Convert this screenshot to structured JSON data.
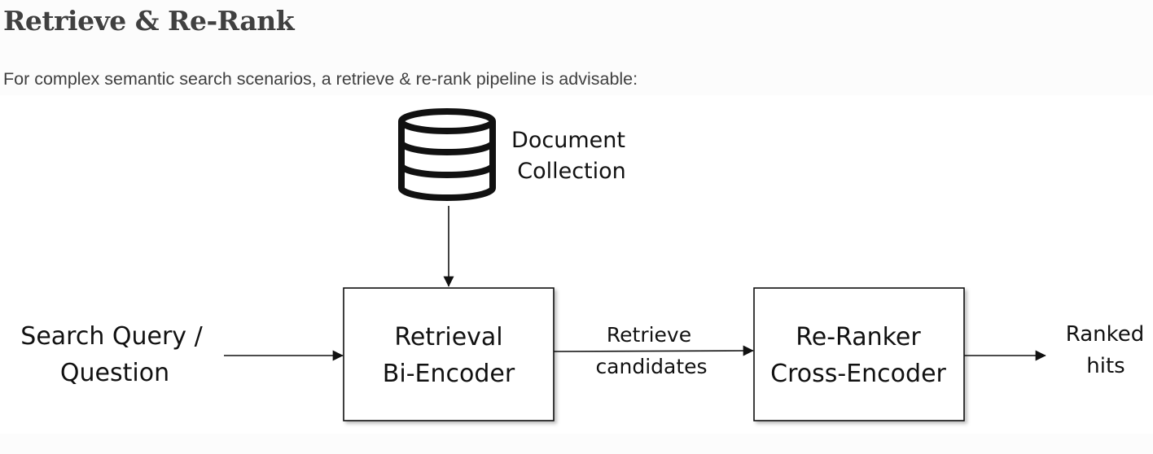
{
  "section": {
    "title": "Retrieve & Re-Rank",
    "intro": "For complex semantic search scenarios, a retrieve & re-rank pipeline is advisable:"
  },
  "diagram": {
    "database": {
      "icon": "database-icon",
      "label_line1": "Document",
      "label_line2": "Collection"
    },
    "input": {
      "line1": "Search Query /",
      "line2": "Question"
    },
    "retrieval_box": {
      "line1": "Retrieval",
      "line2": "Bi-Encoder"
    },
    "edge_label": {
      "line1": "Retrieve",
      "line2": "candidates"
    },
    "reranker_box": {
      "line1": "Re-Ranker",
      "line2": "Cross-Encoder"
    },
    "output": {
      "line1": "Ranked",
      "line2": "hits"
    }
  }
}
